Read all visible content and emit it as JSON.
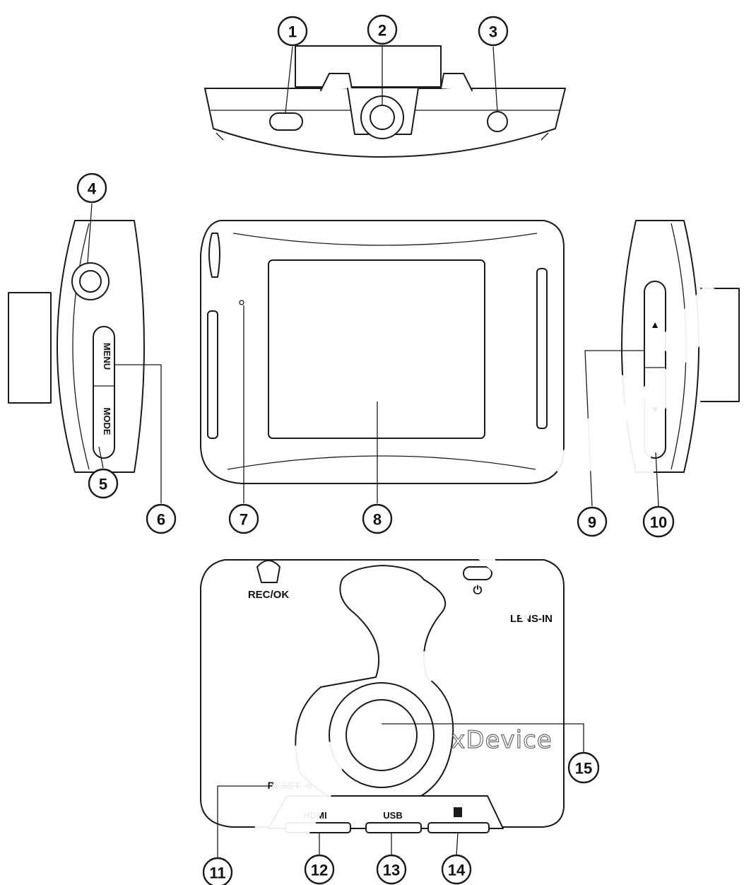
{
  "callouts": [
    "1",
    "2",
    "3",
    "4",
    "5",
    "6",
    "7",
    "8",
    "9",
    "10",
    "11",
    "12",
    "13",
    "14",
    "15"
  ],
  "button_labels": {
    "menu": "MENU",
    "mode": "MODE",
    "up": "▲",
    "down": "▼"
  },
  "back_labels": {
    "rec_ok": "REC/OK",
    "power": "⏻",
    "lens_in": "LENS-IN",
    "reset": "RESET",
    "hdmi": "HDMI",
    "usb": "USB",
    "brand": "xDevice"
  },
  "watermark_text": "xDEVICE",
  "colors": {
    "line": "#1a1a1a",
    "background": "#ffffff",
    "watermark": "#ffffff"
  }
}
